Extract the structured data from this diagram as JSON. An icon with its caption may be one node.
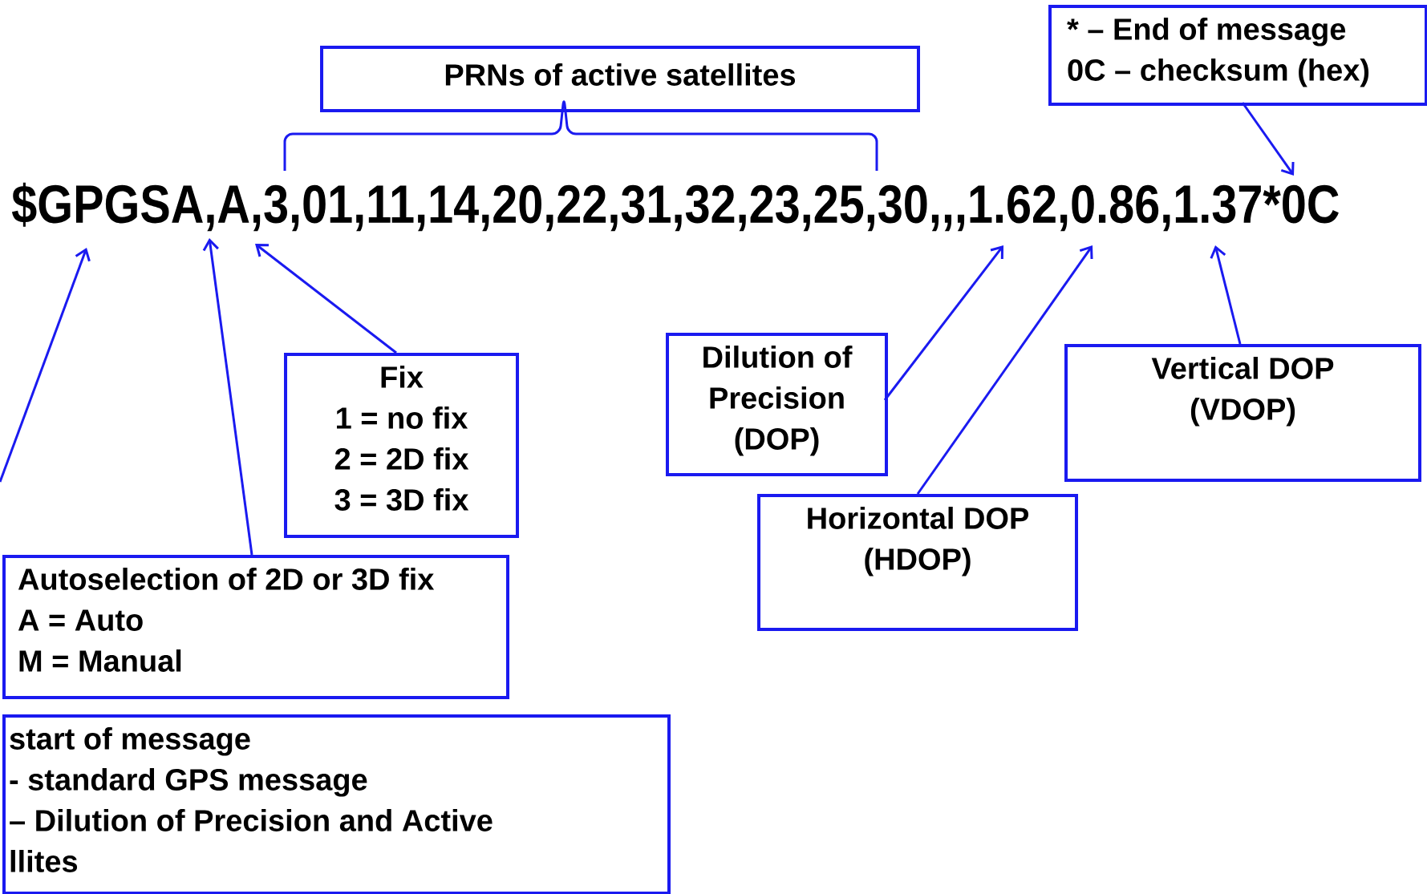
{
  "diagram": {
    "nodes": [
      {
        "text": [
          "$GPGSA,A,3,01,11,14,20,22,31,32,23,25,30,,,1.62,0.86,1.37*0C"
        ]
      },
      {
        "text": [
          "PRNs of active satellites"
        ]
      },
      {
        "text": [
          "* – End of message",
          "0C – checksum (hex)"
        ]
      },
      {
        "text": [
          "Fix",
          "1 = no fix",
          "2 = 2D fix",
          "3 = 3D fix"
        ]
      },
      {
        "text": [
          "Dilution of Precision (DOP)"
        ]
      },
      {
        "text": [
          "Vertical DOP (VDOP)"
        ]
      },
      {
        "text": [
          "Autoselection of 2D or 3D fix",
          "A = Auto",
          "M = Manual"
        ]
      },
      {
        "text": [
          "Horizontal DOP (HDOP)"
        ]
      },
      {
        "text": [
          "start of message",
          "- standard GPS message",
          "– Dilution of Precision and Active llites"
        ]
      }
    ],
    "edges": [
      {
        "from": null,
        "to": 0,
        "arrow": "to"
      },
      {
        "from": 6,
        "to": 0,
        "arrow": "to"
      },
      {
        "from": 3,
        "to": 0,
        "arrow": "to"
      },
      {
        "from": 4,
        "to": 0,
        "arrow": "to"
      },
      {
        "from": 7,
        "to": 0,
        "arrow": "to"
      },
      {
        "from": 5,
        "to": 0,
        "arrow": "to"
      },
      {
        "from": 2,
        "to": 0,
        "arrow": "to"
      }
    ]
  }
}
